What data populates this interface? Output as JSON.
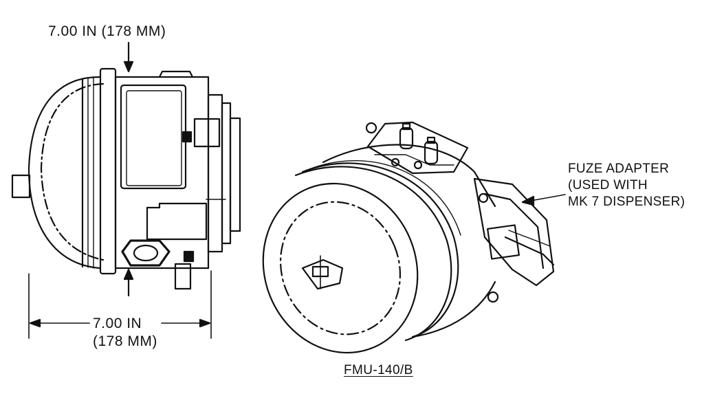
{
  "dimensions": {
    "height": "7.00 IN (178 MM)",
    "width_value": "7.00 IN",
    "width_metric": "(178 MM)"
  },
  "callout": {
    "line1": "FUZE ADAPTER",
    "line2": "(USED WITH",
    "line3": "MK 7 DISPENSER)"
  },
  "figure_label": "FMU-140/B"
}
